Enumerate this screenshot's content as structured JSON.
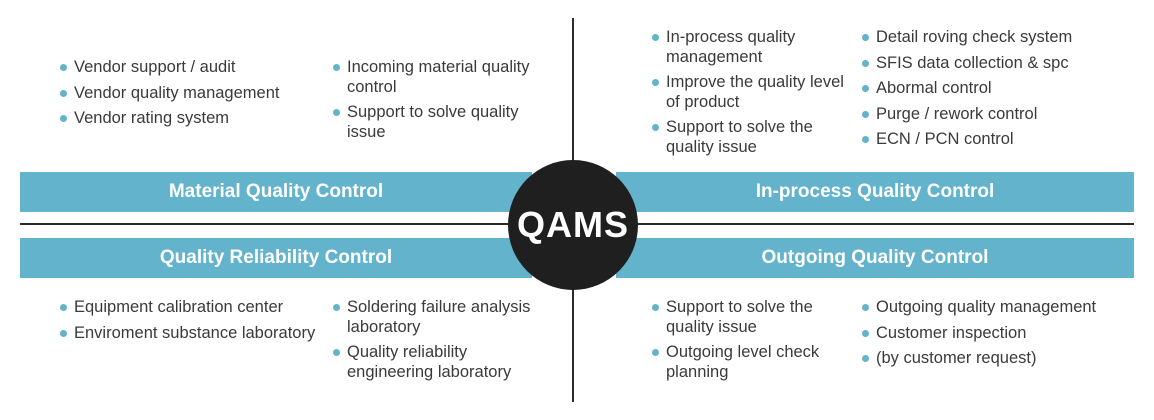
{
  "center_label": "QAMS",
  "quadrants": {
    "material": {
      "title": "Material Quality Control",
      "col1": [
        "Vendor support / audit",
        "Vendor quality management",
        "Vendor rating system"
      ],
      "col2": [
        "Incoming material quality control",
        "Support to solve quality issue"
      ]
    },
    "inprocess": {
      "title": "In-process Quality Control",
      "col1": [
        "In-process quality management",
        "Improve the quality level of product",
        "Support to solve the quality issue"
      ],
      "col2": [
        "Detail roving check system",
        "SFIS data collection & spc",
        "Abormal control",
        "Purge / rework control",
        "ECN / PCN control"
      ]
    },
    "reliability": {
      "title": "Quality Reliability Control",
      "col1": [
        "Equipment calibration center",
        "Enviroment substance laboratory"
      ],
      "col2": [
        "Soldering failure analysis laboratory",
        "Quality reliability engineering laboratory"
      ]
    },
    "outgoing": {
      "title": "Outgoing Quality Control",
      "col1": [
        "Support to solve the quality issue",
        "Outgoing level check planning"
      ],
      "col2": [
        "Outgoing quality management",
        "Customer inspection",
        "(by customer request)"
      ]
    }
  },
  "colors": {
    "band": "#63b3cd",
    "hub": "#1f1f1f",
    "axis": "#2b2b2b",
    "bullet": "#63b3cd"
  }
}
